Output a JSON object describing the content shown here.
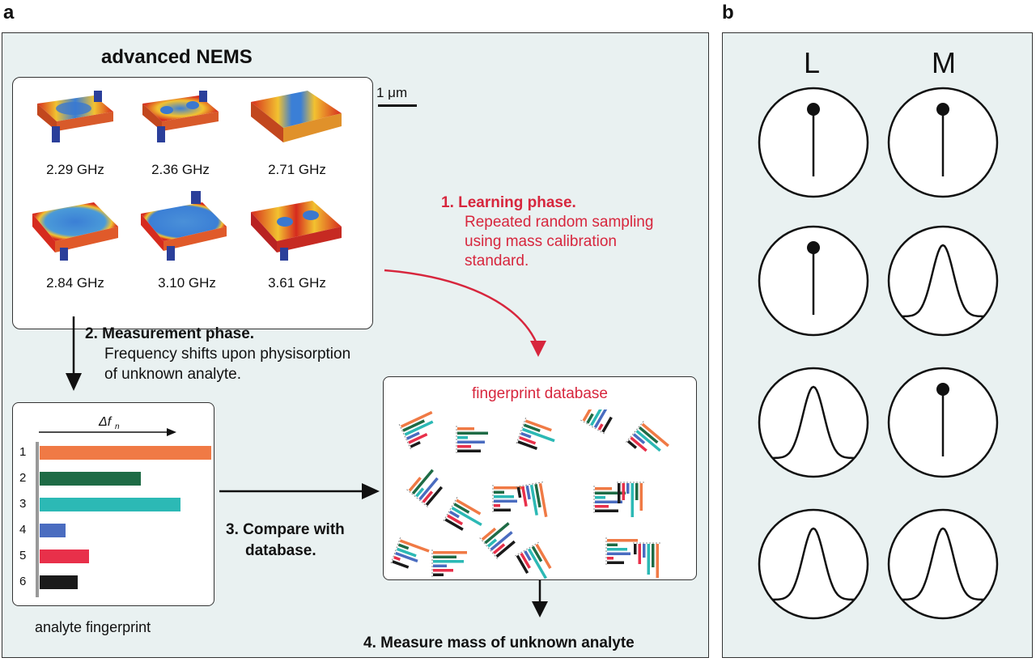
{
  "panel_a": {
    "letter": "a",
    "title": "advanced NEMS",
    "scale_bar": "1 μm",
    "modes": [
      {
        "freq": "2.29 GHz"
      },
      {
        "freq": "2.36 GHz"
      },
      {
        "freq": "2.71 GHz"
      },
      {
        "freq": "2.84 GHz"
      },
      {
        "freq": "3.10 GHz"
      },
      {
        "freq": "3.61 GHz"
      }
    ],
    "learning": {
      "title": "1. Learning phase.",
      "line1": "Repeated random sampling",
      "line2": "using mass calibration",
      "line3": "standard."
    },
    "measurement": {
      "title": "2. Measurement phase.",
      "line1": "Frequency shifts upon physisorption",
      "line2": "of unknown analyte."
    },
    "compare": {
      "line1": "3. Compare with",
      "line2": "database."
    },
    "measure_mass": "4. Measure mass of unknown analyte",
    "fingerprint": {
      "axis_label": "Δf",
      "axis_sub": "n",
      "caption": "analyte fingerprint",
      "rows": [
        {
          "label": "1",
          "value": 1.0,
          "color": "#f07a45"
        },
        {
          "label": "2",
          "value": 0.59,
          "color": "#1e6b45"
        },
        {
          "label": "3",
          "value": 0.82,
          "color": "#2cb9b5"
        },
        {
          "label": "4",
          "value": 0.15,
          "color": "#4a6cc0"
        },
        {
          "label": "5",
          "value": 0.29,
          "color": "#e8304a"
        },
        {
          "label": "6",
          "value": 0.22,
          "color": "#1a1a1a"
        }
      ]
    },
    "database": {
      "title": "fingerprint database"
    }
  },
  "panel_b": {
    "letter": "b",
    "col_l": "L",
    "col_m": "M",
    "rows": [
      {
        "l": "pin-icon",
        "m": "pin-icon"
      },
      {
        "l": "pin-icon",
        "m": "peak-icon"
      },
      {
        "l": "peak-icon",
        "m": "pin-icon"
      },
      {
        "l": "peak-icon",
        "m": "peak-icon"
      }
    ]
  }
}
